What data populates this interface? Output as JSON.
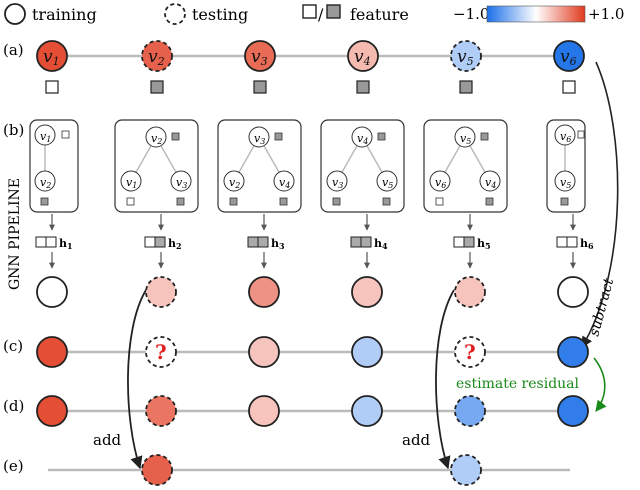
{
  "legend": {
    "training": "training",
    "testing": "testing",
    "feature_sep": "/",
    "feature": "feature",
    "scale_min": "−1.0",
    "scale_max": "+1.0",
    "color_neg": "#1a6fe8",
    "color_pos": "#e03a1e"
  },
  "row_labels": {
    "a": "(a)",
    "b": "(b)",
    "c": "(c)",
    "d": "(d)",
    "e": "(e)"
  },
  "side_label": "GNN PIPELINE",
  "nodes": [
    {
      "label": "v",
      "sub": "1",
      "split": "training",
      "value": 0.9,
      "feature": "white"
    },
    {
      "label": "v",
      "sub": "2",
      "split": "testing",
      "value": 0.8,
      "feature": "gray"
    },
    {
      "label": "v",
      "sub": "3",
      "split": "training",
      "value": 0.75,
      "feature": "gray"
    },
    {
      "label": "v",
      "sub": "4",
      "split": "training",
      "value": 0.35,
      "feature": "gray"
    },
    {
      "label": "v",
      "sub": "5",
      "split": "testing",
      "value": -0.35,
      "feature": "gray"
    },
    {
      "label": "v",
      "sub": "6",
      "split": "training",
      "value": -0.95,
      "feature": "white"
    }
  ],
  "embeddings": [
    "h1",
    "h2",
    "h3",
    "h4",
    "h5",
    "h6"
  ],
  "gnn_outputs": [
    0.0,
    0.3,
    0.55,
    0.3,
    0.3,
    0.0
  ],
  "residuals_c": [
    0.9,
    null,
    0.3,
    -0.35,
    null,
    -0.9
  ],
  "residuals_d": [
    0.9,
    0.7,
    0.3,
    -0.35,
    -0.6,
    -0.9
  ],
  "final_e": [
    0.8,
    -0.35
  ],
  "question_mark": "?",
  "annotations": {
    "subtract": "subtract",
    "estimate": "estimate residual",
    "add1": "add",
    "add2": "add"
  },
  "colors": {
    "estimate_arrow": "#1a8a1a",
    "line": "#bbbbbb"
  }
}
